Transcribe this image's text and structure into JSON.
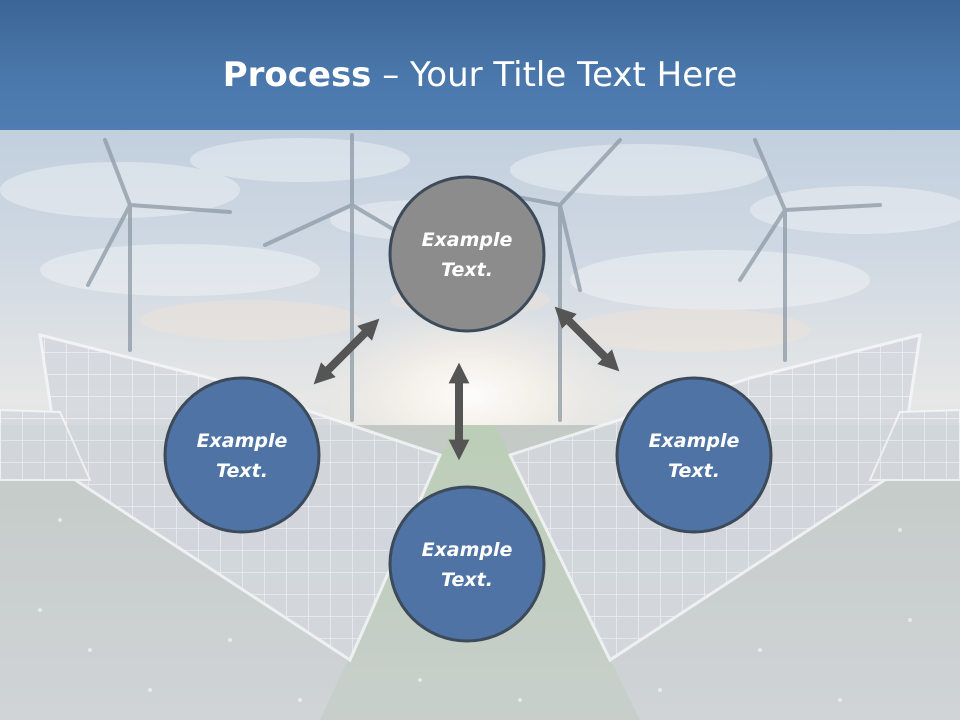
{
  "slide": {
    "title_bold": "Process",
    "title_rest": " – Your Title Text Here"
  },
  "diagram": {
    "nodes": [
      {
        "id": "top",
        "line1": "Example",
        "line2": "Text.",
        "color": "#8c8c8c"
      },
      {
        "id": "left",
        "line1": "Example",
        "line2": "Text.",
        "color": "#4e73a4"
      },
      {
        "id": "bottom",
        "line1": "Example",
        "line2": "Text.",
        "color": "#4e73a4"
      },
      {
        "id": "right",
        "line1": "Example",
        "line2": "Text.",
        "color": "#4e73a4"
      }
    ],
    "arrow_color": "#555555",
    "node_border_color": "#3d4a5a"
  }
}
